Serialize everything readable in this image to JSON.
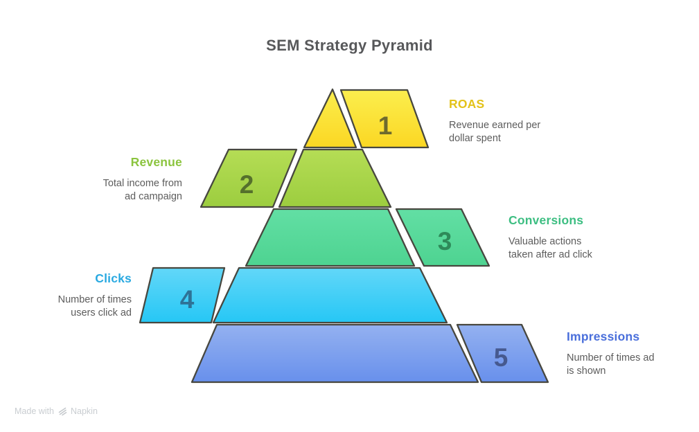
{
  "title": "SEM Strategy Pyramid",
  "title_color": "#57585a",
  "outline_color": "#47473f",
  "description_color": "#5c5c5c",
  "levels": [
    {
      "number": "1",
      "label": "ROAS",
      "description_lines": [
        "Revenue earned per",
        "dollar spent"
      ],
      "label_color": "#e3c219",
      "number_color": "#6e6a2e",
      "fill_top": "#fbee4e",
      "fill_bottom": "#fbd723",
      "side": "right"
    },
    {
      "number": "2",
      "label": "Revenue",
      "description_lines": [
        "Total income from",
        "ad campaign"
      ],
      "label_color": "#8bc43e",
      "number_color": "#55702c",
      "fill_top": "#b5dd55",
      "fill_bottom": "#9ccd3f",
      "side": "left"
    },
    {
      "number": "3",
      "label": "Conversions",
      "description_lines": [
        "Valuable actions",
        "taken after ad click"
      ],
      "label_color": "#3dbe82",
      "number_color": "#2e8a59",
      "fill_top": "#62dfa4",
      "fill_bottom": "#4ed391",
      "side": "right"
    },
    {
      "number": "4",
      "label": "Clicks",
      "description_lines": [
        "Number of times",
        "users click ad"
      ],
      "label_color": "#29a9e1",
      "number_color": "#2e7296",
      "fill_top": "#62d7f8",
      "fill_bottom": "#26c7f5",
      "side": "left"
    },
    {
      "number": "5",
      "label": "Impressions",
      "description_lines": [
        "Number of times ad",
        "is shown"
      ],
      "label_color": "#4a6fdb",
      "number_color": "#46598f",
      "fill_top": "#94b1f0",
      "fill_bottom": "#6890ec",
      "side": "right"
    }
  ],
  "watermark": {
    "prefix": "Made with",
    "brand": "Napkin",
    "icon": "napkin-logo-icon",
    "color": "#c9cdd1"
  }
}
